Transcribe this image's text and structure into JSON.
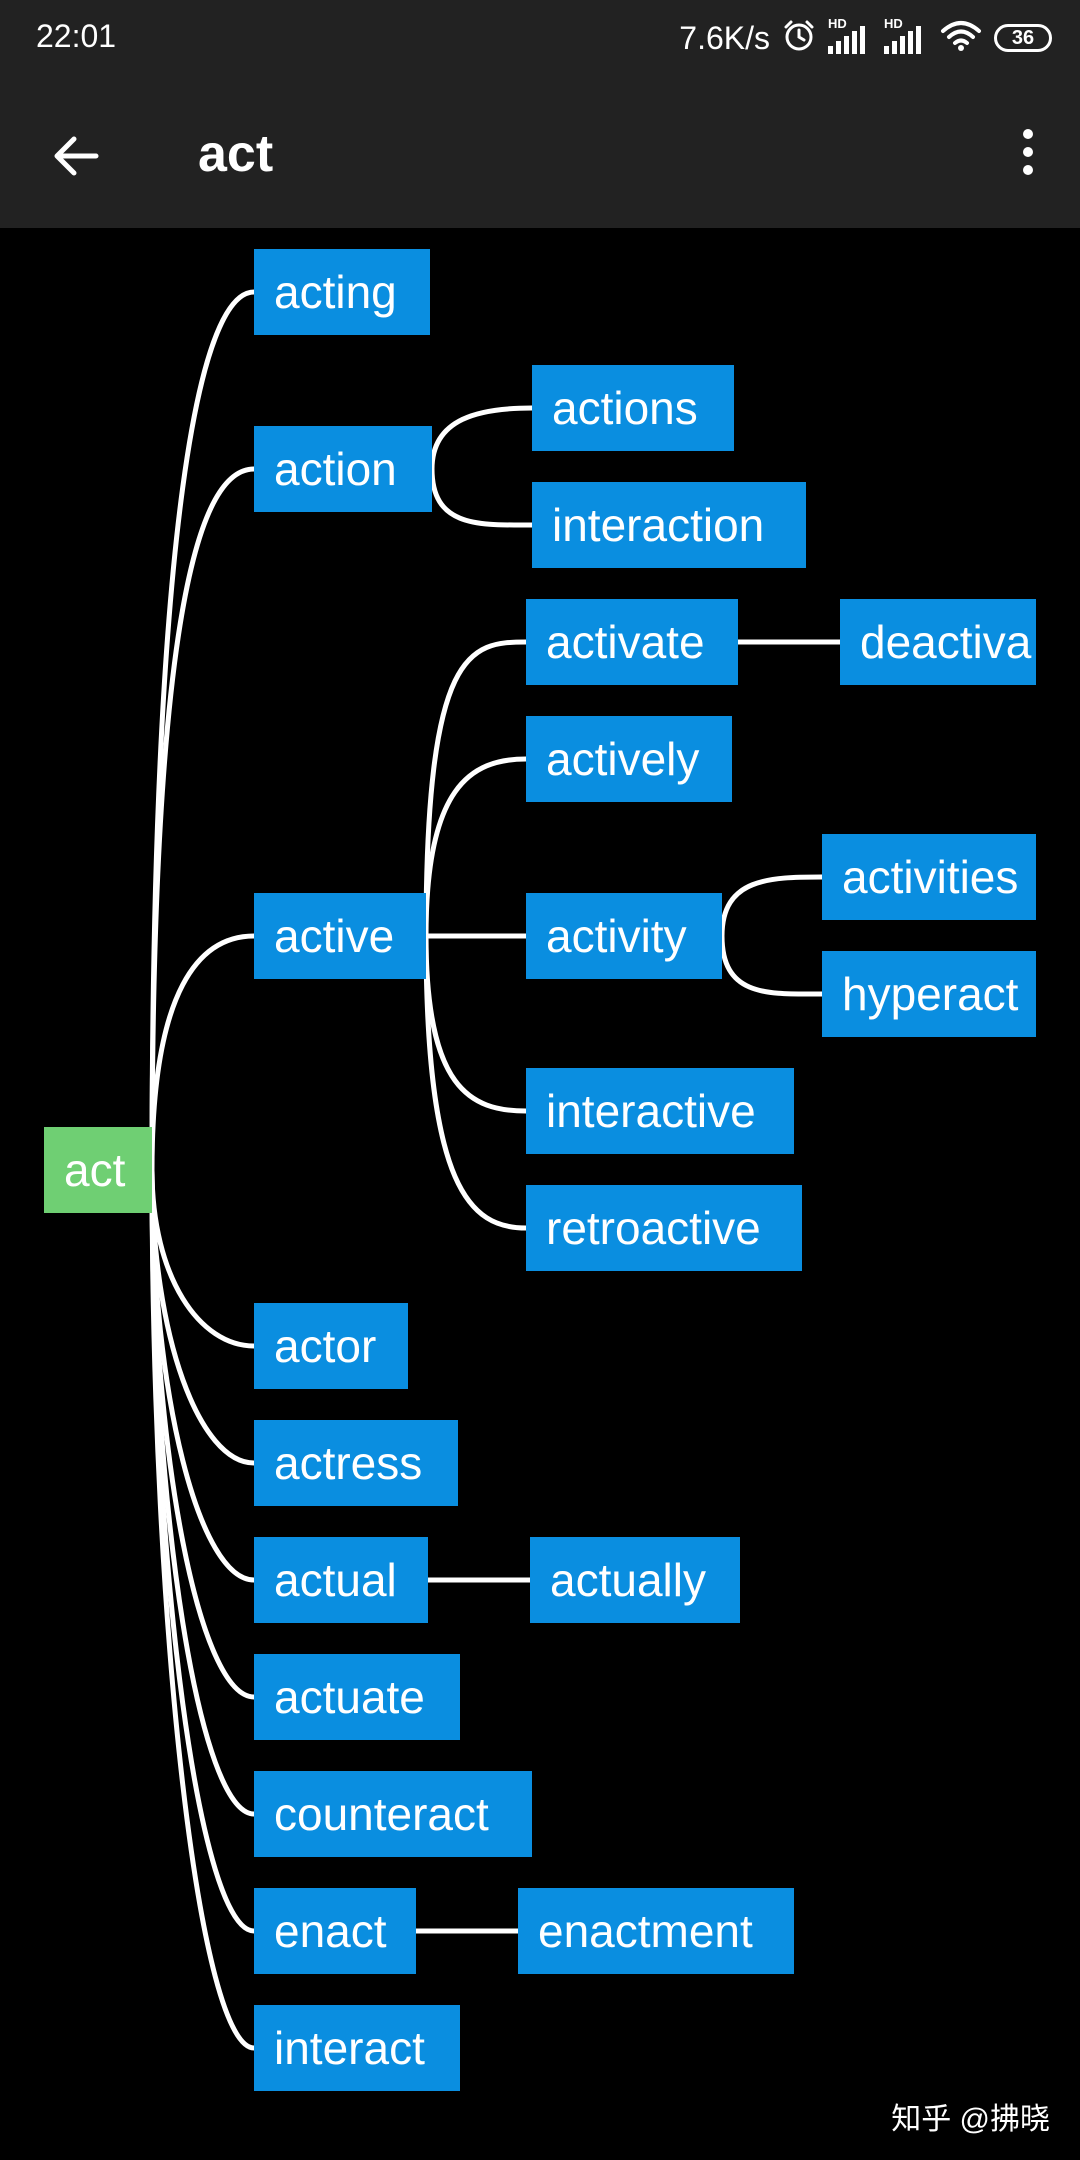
{
  "status_bar": {
    "time": "22:01",
    "net_speed": "7.6K/s",
    "hd_label": "HD",
    "battery": "36",
    "icons": [
      "alarm-icon",
      "hd-signal-icon",
      "hd-signal-icon",
      "wifi-icon",
      "battery-icon"
    ]
  },
  "app_bar": {
    "title": "act",
    "back_icon": "arrow-left-icon",
    "menu_icon": "more-vertical-icon"
  },
  "colors": {
    "root_node": "#6fcf73",
    "word_node": "#0a8ee0",
    "edge": "#ffffff",
    "background": "#000000",
    "bars": "#222222"
  },
  "tree": {
    "root": "act",
    "nodes": {
      "acting": "acting",
      "action": "action",
      "actions": "actions",
      "interaction": "interaction",
      "activate": "activate",
      "deactivate": "deactiva",
      "actively": "actively",
      "active": "active",
      "activity": "activity",
      "activities": "activities",
      "hyperactivity": "hyperact",
      "interactive": "interactive",
      "retroactive": "retroactive",
      "actor": "actor",
      "actress": "actress",
      "actual": "actual",
      "actually": "actually",
      "actuate": "actuate",
      "counteract": "counteract",
      "enact": "enact",
      "enactment": "enactment",
      "interact": "interact"
    }
  },
  "watermark": "知乎 @拂晓"
}
